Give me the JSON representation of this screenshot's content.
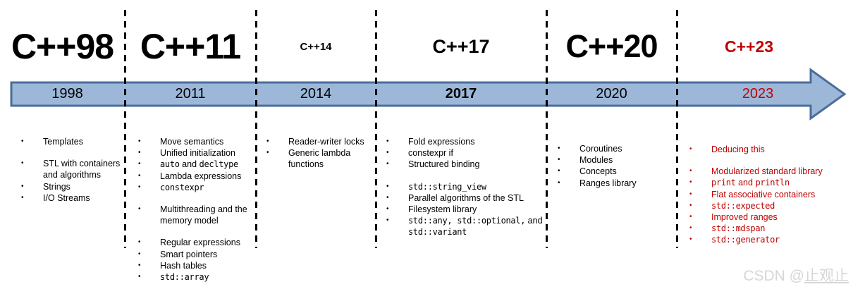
{
  "colors": {
    "red": "#c00000",
    "text": "#000000",
    "arrow_fill": "#9db7d9",
    "arrow_border": "#4a6d9b",
    "watermark_gray": "#d6d6d6"
  },
  "timeline": {
    "columns": [
      {
        "id": "cpp98",
        "title": "C++98",
        "title_scale": "xl",
        "year": "1998",
        "year_bold": false,
        "accent": false,
        "features": [
          {
            "text": "Templates"
          },
          {
            "text": "STL with containers and algorithms",
            "gap_before": true
          },
          {
            "text": "Strings"
          },
          {
            "text": "I/O Streams"
          }
        ]
      },
      {
        "id": "cpp11",
        "title": "C++11",
        "title_scale": "xl",
        "year": "2011",
        "year_bold": false,
        "accent": false,
        "features": [
          {
            "text": "Move semantics"
          },
          {
            "text": "Unified initialization"
          },
          {
            "text": "`auto` and `decltype`"
          },
          {
            "text": "Lambda expressions"
          },
          {
            "text": "`constexpr`"
          },
          {
            "text": "Multithreading and the memory model",
            "gap_before": true
          },
          {
            "text": "Regular expressions",
            "gap_before": true
          },
          {
            "text": "Smart pointers"
          },
          {
            "text": "Hash tables"
          },
          {
            "text": "`std::array`"
          }
        ]
      },
      {
        "id": "cpp14",
        "title": "C++14",
        "title_scale": "xs",
        "year": "2014",
        "year_bold": false,
        "accent": false,
        "features": [
          {
            "text": "Reader-writer locks"
          },
          {
            "text": "Generic lambda functions"
          }
        ]
      },
      {
        "id": "cpp17",
        "title": "C++17",
        "title_scale": "md",
        "year": "2017",
        "year_bold": true,
        "accent": false,
        "features": [
          {
            "text": "Fold expressions"
          },
          {
            "text": "constexpr if"
          },
          {
            "text": "Structured binding"
          },
          {
            "text": "`std::string_view`",
            "gap_before": true
          },
          {
            "text": "Parallel algorithms of the STL"
          },
          {
            "text": "Filesystem library"
          },
          {
            "text": "`std::any, std::optional,` and `std::variant`"
          }
        ]
      },
      {
        "id": "cpp20",
        "title": "C++20",
        "title_scale": "lg",
        "year": "2020",
        "year_bold": false,
        "accent": false,
        "features": [
          {
            "text": "Coroutines"
          },
          {
            "text": "Modules"
          },
          {
            "text": "Concepts"
          },
          {
            "text": "Ranges library"
          }
        ]
      },
      {
        "id": "cpp23",
        "title": "C++23",
        "title_scale": "sm",
        "year": "2023",
        "year_bold": false,
        "accent": true,
        "features": [
          {
            "text": "Deducing this"
          },
          {
            "text": "Modularized standard library",
            "gap_before": true
          },
          {
            "text": "`print` and `println`"
          },
          {
            "text": "Flat associative containers"
          },
          {
            "text": "`std::expected`"
          },
          {
            "text": "Improved ranges"
          },
          {
            "text": "`std::mdspan`"
          },
          {
            "text": "`std::generator`"
          }
        ]
      }
    ]
  },
  "watermark": {
    "prefix": "CSDN @",
    "name": "止观止"
  }
}
